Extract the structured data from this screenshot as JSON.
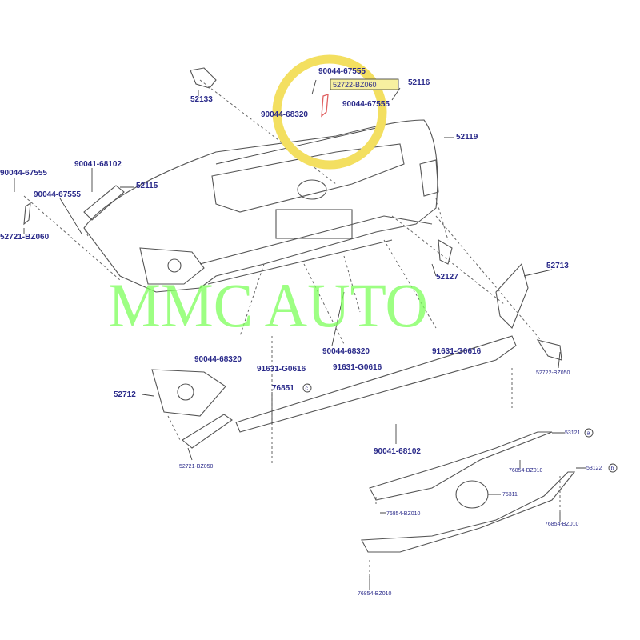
{
  "labels": {
    "l0": "90044-67555",
    "l1": "52722-BZ060",
    "l2": "52116",
    "l3": "52133",
    "l4": "90044-68320",
    "l5": "90044-67555",
    "l6": "52119",
    "l7": "90044-67555",
    "l8": "90041-68102",
    "l9": "52115",
    "l10": "90044-67555",
    "l11": "52721-BZ060",
    "l12": "52127",
    "l13": "52713",
    "l14": "90044-68320",
    "l15": "91631-G0616",
    "l16": "90044-68320",
    "l17": "91631-G0616",
    "l18": "91631-G0616",
    "l19": "52722-BZ050",
    "l20": "76851",
    "l21": "52712",
    "l22": "90041-68102",
    "l23": "52721-BZ050",
    "l24": "53121",
    "l25": "76854-BZ010",
    "l26": "53122",
    "l27": "75311",
    "l28": "76854-BZ010",
    "l29": "76854-BZ010",
    "l30": "76854-BZ010"
  },
  "markers": {
    "a": "a",
    "b": "b",
    "c": "c"
  },
  "watermark": "MMC AUTO",
  "colors": {
    "highlight_ring": "#f3df60",
    "label_text": "#2a2a8a",
    "watermark": "#7dff5a",
    "highlighted_part": "#e06060"
  }
}
